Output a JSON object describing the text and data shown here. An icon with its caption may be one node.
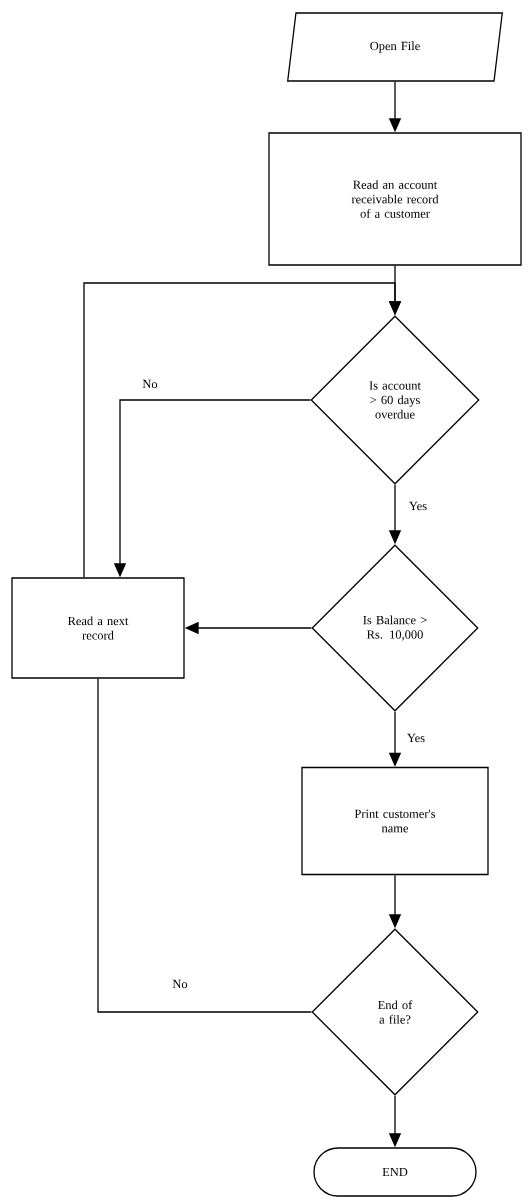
{
  "diagram": {
    "nodes": [
      {
        "text": [
          "Open File"
        ]
      },
      {
        "text": [
          "Read an account receivable record of a customer"
        ]
      },
      {
        "text": [
          "Is account > 60 days overdue"
        ]
      },
      {
        "text": [
          "Is Balance > Rs. 10,000"
        ]
      },
      {
        "text": [
          "Read a next record"
        ]
      },
      {
        "text": [
          "Print customer's name"
        ]
      },
      {
        "text": [
          "End of a file?"
        ]
      },
      {
        "text": [
          "END"
        ]
      }
    ],
    "edges": [
      {
        "from": 0,
        "to": 1,
        "arrow": "to"
      },
      {
        "from": 1,
        "to": 2,
        "arrow": "to"
      },
      {
        "from": 2,
        "to": 4,
        "arrow": "to",
        "label": "No"
      },
      {
        "from": 2,
        "to": 3,
        "arrow": "to",
        "label": "Yes"
      },
      {
        "from": 4,
        "to": 2,
        "arrow": "to"
      },
      {
        "from": 3,
        "to": 4,
        "arrow": "to"
      },
      {
        "from": 3,
        "to": 5,
        "arrow": "to",
        "label": "Yes"
      },
      {
        "from": 5,
        "to": 6,
        "arrow": "to"
      },
      {
        "from": 6,
        "to": 4,
        "arrow": "none",
        "label": "No"
      },
      {
        "from": 6,
        "to": 7,
        "arrow": "to"
      }
    ]
  }
}
